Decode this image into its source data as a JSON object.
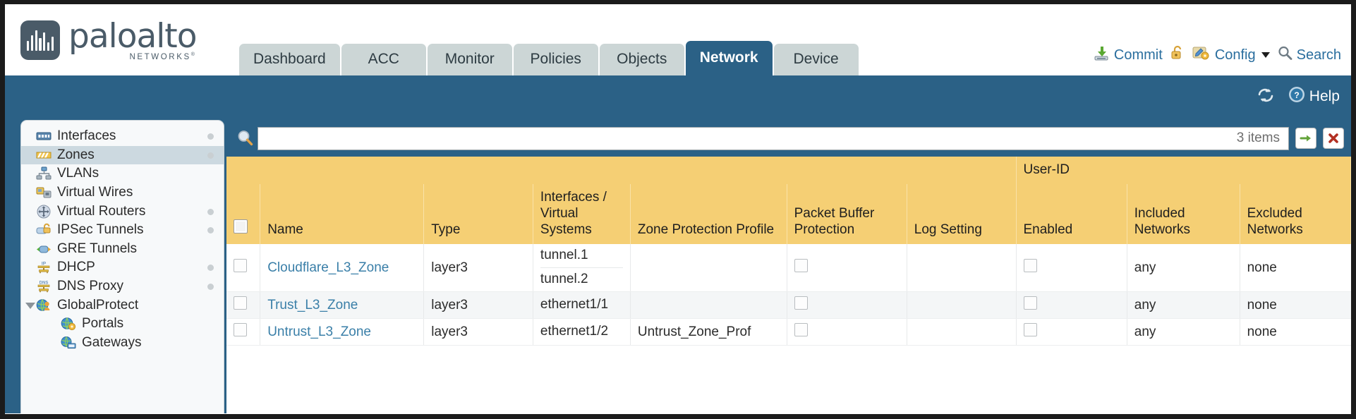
{
  "brand": {
    "name": "paloalto",
    "tagline": "NETWORKS",
    "registered": "®"
  },
  "tabs": [
    {
      "label": "Dashboard",
      "active": false
    },
    {
      "label": "ACC",
      "active": false
    },
    {
      "label": "Monitor",
      "active": false
    },
    {
      "label": "Policies",
      "active": false
    },
    {
      "label": "Objects",
      "active": false
    },
    {
      "label": "Network",
      "active": true
    },
    {
      "label": "Device",
      "active": false
    }
  ],
  "utils": {
    "commit": "Commit",
    "config": "Config",
    "search": "Search"
  },
  "blueband": {
    "help": "Help"
  },
  "sidebar": {
    "items": [
      {
        "label": "Interfaces",
        "icon": "interfaces-icon",
        "dot": true,
        "selected": false,
        "child": false,
        "expander": false
      },
      {
        "label": "Zones",
        "icon": "zones-icon",
        "dot": true,
        "selected": true,
        "child": false,
        "expander": false
      },
      {
        "label": "VLANs",
        "icon": "vlans-icon",
        "dot": false,
        "selected": false,
        "child": false,
        "expander": false
      },
      {
        "label": "Virtual Wires",
        "icon": "virtual-wires-icon",
        "dot": false,
        "selected": false,
        "child": false,
        "expander": false
      },
      {
        "label": "Virtual Routers",
        "icon": "virtual-routers-icon",
        "dot": true,
        "selected": false,
        "child": false,
        "expander": false
      },
      {
        "label": "IPSec Tunnels",
        "icon": "ipsec-tunnels-icon",
        "dot": true,
        "selected": false,
        "child": false,
        "expander": false
      },
      {
        "label": "GRE Tunnels",
        "icon": "gre-tunnels-icon",
        "dot": false,
        "selected": false,
        "child": false,
        "expander": false
      },
      {
        "label": "DHCP",
        "icon": "dhcp-icon",
        "dot": true,
        "selected": false,
        "child": false,
        "expander": false
      },
      {
        "label": "DNS Proxy",
        "icon": "dns-proxy-icon",
        "dot": true,
        "selected": false,
        "child": false,
        "expander": false
      },
      {
        "label": "GlobalProtect",
        "icon": "globalprotect-icon",
        "dot": false,
        "selected": false,
        "child": false,
        "expander": true
      },
      {
        "label": "Portals",
        "icon": "portals-icon",
        "dot": false,
        "selected": false,
        "child": true,
        "expander": false
      },
      {
        "label": "Gateways",
        "icon": "gateways-icon",
        "dot": false,
        "selected": false,
        "child": true,
        "expander": false
      }
    ]
  },
  "search": {
    "value": "",
    "placeholder": "",
    "item_count": "3 items"
  },
  "table": {
    "group_header": "User-ID",
    "columns": [
      "Name",
      "Type",
      "Interfaces / Virtual Systems",
      "Zone Protection Profile",
      "Packet Buffer Protection",
      "Log Setting",
      "Enabled",
      "Included Networks",
      "Excluded Networks"
    ],
    "rows": [
      {
        "name": "Cloudflare_L3_Zone",
        "type": "layer3",
        "interfaces": [
          "tunnel.1",
          "tunnel.2"
        ],
        "zone_protection_profile": "",
        "packet_buffer_protection": false,
        "log_setting": "",
        "userid_enabled": false,
        "included_networks": "any",
        "excluded_networks": "none"
      },
      {
        "name": "Trust_L3_Zone",
        "type": "layer3",
        "interfaces": [
          "ethernet1/1"
        ],
        "zone_protection_profile": "",
        "packet_buffer_protection": false,
        "log_setting": "",
        "userid_enabled": false,
        "included_networks": "any",
        "excluded_networks": "none"
      },
      {
        "name": "Untrust_L3_Zone",
        "type": "layer3",
        "interfaces": [
          "ethernet1/2"
        ],
        "zone_protection_profile": "Untrust_Zone_Prof",
        "packet_buffer_protection": false,
        "log_setting": "",
        "userid_enabled": false,
        "included_networks": "any",
        "excluded_networks": "none"
      }
    ]
  },
  "colors": {
    "brand_blue": "#2b6186",
    "tab_inactive": "#ccd6d6",
    "table_header": "#f5cf74",
    "group_header": "#ddab43",
    "link": "#3a7fa8"
  }
}
